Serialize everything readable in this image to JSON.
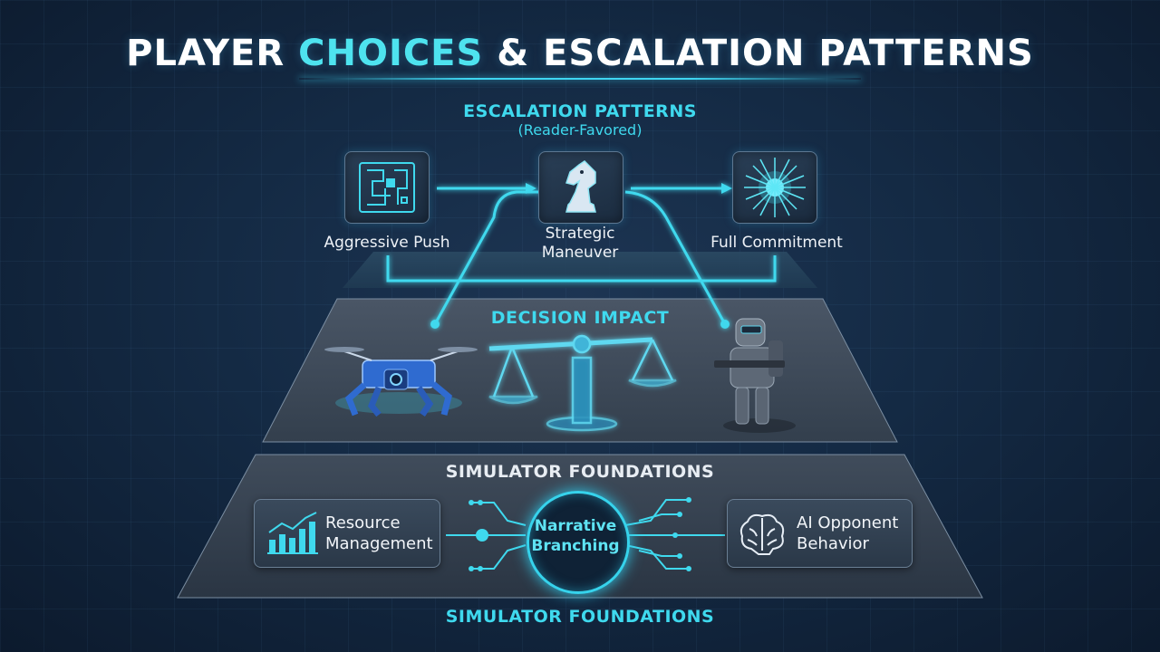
{
  "title": {
    "part1": "PLAYER ",
    "highlight": "CHOICES",
    "part2": " & ESCALATION PATTERNS"
  },
  "escalation": {
    "heading": "ESCALATION PATTERNS",
    "subheading": "(Reader-Favored)",
    "items": [
      {
        "label": "Aggressive Push",
        "icon": "circuit-maze-icon"
      },
      {
        "label_line1": "Strategic",
        "label_line2": "Maneuver",
        "icon": "chess-knight-icon"
      },
      {
        "label": "Full Commitment",
        "icon": "energy-burst-icon"
      }
    ]
  },
  "impact": {
    "heading": "DECISION IMPACT",
    "items": [
      {
        "icon": "quadruped-drone-robot-icon"
      },
      {
        "icon": "balance-scale-icon"
      },
      {
        "icon": "armored-soldier-icon"
      }
    ]
  },
  "foundations": {
    "heading": "SIMULATOR FOUNDATIONS",
    "footer": "SIMULATOR FOUNDATIONS",
    "resource": {
      "line1": "Resource",
      "line2": "Management",
      "icon": "bar-chart-icon"
    },
    "narrative": {
      "line1": "Narrative",
      "line2": "Branching"
    },
    "ai": {
      "line1": "AI Opponent",
      "line2": "Behavior",
      "icon": "brain-icon"
    }
  },
  "colors": {
    "accent": "#3fd9ee",
    "background": "#142a44",
    "panel": "#2f3e4f"
  }
}
